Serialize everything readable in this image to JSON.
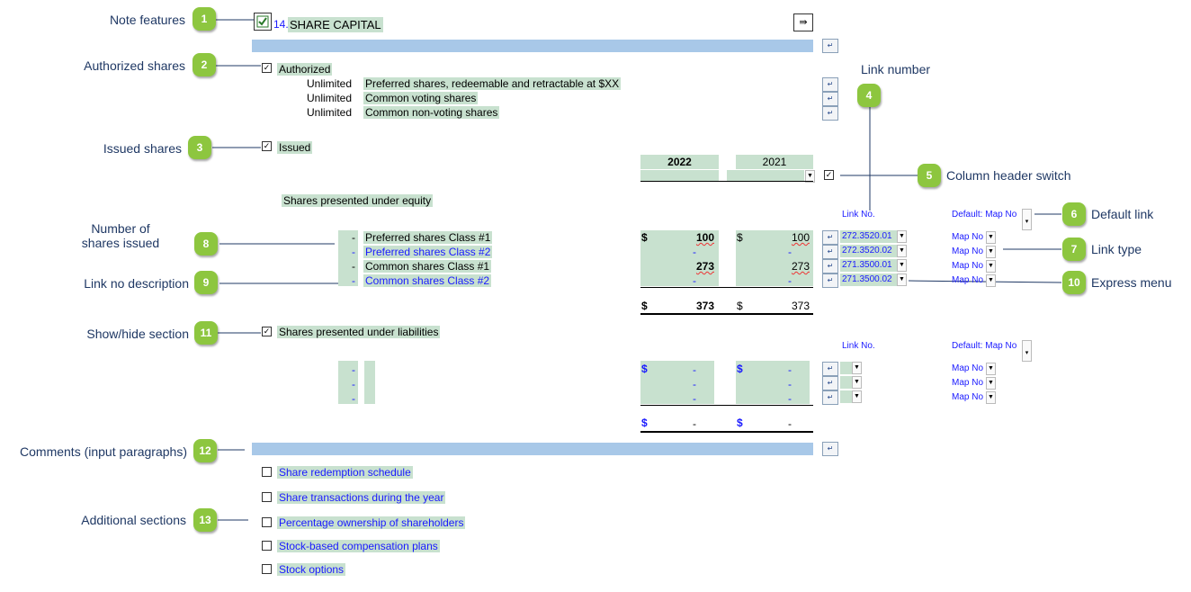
{
  "callouts": [
    {
      "n": "1",
      "label": "Note features"
    },
    {
      "n": "2",
      "label": "Authorized shares"
    },
    {
      "n": "3",
      "label": "Issued shares"
    },
    {
      "n": "4",
      "label": "Link number"
    },
    {
      "n": "5",
      "label": "Column header switch"
    },
    {
      "n": "6",
      "label": "Default link"
    },
    {
      "n": "7",
      "label": "Link type"
    },
    {
      "n": "8",
      "label_line1": "Number of",
      "label_line2": "shares issued"
    },
    {
      "n": "9",
      "label": "Link no description"
    },
    {
      "n": "10",
      "label": "Express menu"
    },
    {
      "n": "11",
      "label": "Show/hide section"
    },
    {
      "n": "12",
      "label": "Comments (input paragraphs)"
    },
    {
      "n": "13",
      "label": "Additional sections"
    }
  ],
  "note": {
    "number": "14.",
    "title": "SHARE CAPITAL",
    "checked": true
  },
  "authorized": {
    "heading": "Authorized",
    "rows": [
      {
        "qty": "Unlimited",
        "desc": "Preferred shares, redeemable and retractable at $XX"
      },
      {
        "qty": "Unlimited",
        "desc": "Common voting shares"
      },
      {
        "qty": "Unlimited",
        "desc": "Common non-voting shares"
      }
    ]
  },
  "issued": {
    "heading": "Issued",
    "col_current": "2022",
    "col_prior": "2021",
    "equity_heading": "Shares presented under equity",
    "link_no_header": "Link No.",
    "default_map": "Default: Map No",
    "rows": [
      {
        "count": "-",
        "desc": "Preferred shares Class #1",
        "cur_sym": "$",
        "cur": "100",
        "pri_sym": "$",
        "pri": "100",
        "link": "272.3520.01",
        "map": "Map No"
      },
      {
        "count": "-",
        "desc": "Preferred shares Class #2",
        "cur_sym": "",
        "cur": "-",
        "pri_sym": "",
        "pri": "-",
        "link": "272.3520.02",
        "map": "Map No"
      },
      {
        "count": "-",
        "desc": "Common shares Class #1",
        "cur_sym": "",
        "cur": "273",
        "pri_sym": "",
        "pri": "273",
        "link": "271.3500.01",
        "map": "Map No"
      },
      {
        "count": "-",
        "desc": "Common shares Class #2",
        "cur_sym": "",
        "cur": "-",
        "pri_sym": "",
        "pri": "-",
        "link": "271.3500.02",
        "map": "Map No"
      }
    ],
    "total_cur_sym": "$",
    "total_cur": "373",
    "total_pri_sym": "$",
    "total_pri": "373"
  },
  "liabilities": {
    "heading": "Shares presented under liabilities",
    "link_no_header": "Link No.",
    "default_map": "Default: Map No",
    "rows": [
      {
        "count": "-",
        "cur_sym": "$",
        "cur": "-",
        "pri_sym": "$",
        "pri": "-",
        "map": "Map No"
      },
      {
        "count": "-",
        "cur_sym": "",
        "cur": "-",
        "pri_sym": "",
        "pri": "-",
        "map": "Map No"
      },
      {
        "count": "-",
        "cur_sym": "",
        "cur": "-",
        "pri_sym": "",
        "pri": "-",
        "map": "Map No"
      }
    ],
    "total_cur_sym": "$",
    "total_cur": "-",
    "total_pri_sym": "$",
    "total_pri": "-"
  },
  "additional_sections": [
    "Share redemption schedule",
    "Share transactions during the year",
    "Percentage ownership of shareholders",
    "Stock-based compensation plans",
    "Stock options"
  ],
  "colors": {
    "badge": "#8dc63f",
    "input": "#c8e1cf",
    "band": "#a8c8e8",
    "callout_text": "#1f3864",
    "link": "#1a1aff"
  }
}
